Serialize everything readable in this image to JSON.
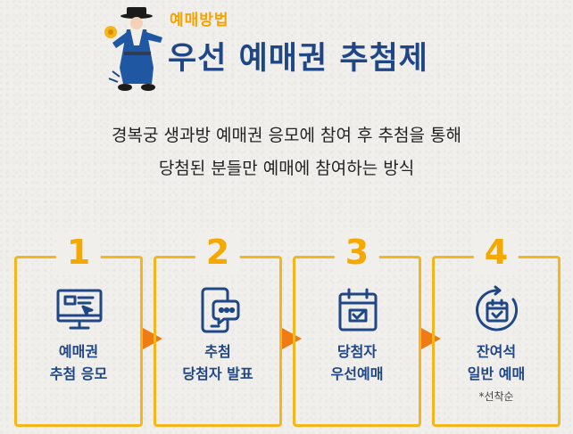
{
  "header": {
    "subtitle": "예매방법",
    "title": "우선 예매권 추첨제"
  },
  "description": {
    "line1": "경복궁 생과방 예매권 응모에 참여 후 추첨을 통해",
    "line2": "당첨된 분들만 예매에 참여하는 방식"
  },
  "steps": [
    {
      "number": "1",
      "line1": "예매권",
      "line2": "추첨 응모",
      "icon": "monitor-ticket-icon"
    },
    {
      "number": "2",
      "line1": "추첨",
      "line2": "당첨자 발표",
      "icon": "phone-message-icon"
    },
    {
      "number": "3",
      "line1": "당첨자",
      "line2": "우선예매",
      "icon": "calendar-check-icon"
    },
    {
      "number": "4",
      "line1": "잔여석",
      "line2": "일반 예매",
      "note": "*선착순",
      "icon": "calendar-refresh-icon"
    }
  ],
  "colors": {
    "accent": "#f5b61b",
    "title_blue": "#1f4687",
    "arrow": "#f07a14"
  }
}
